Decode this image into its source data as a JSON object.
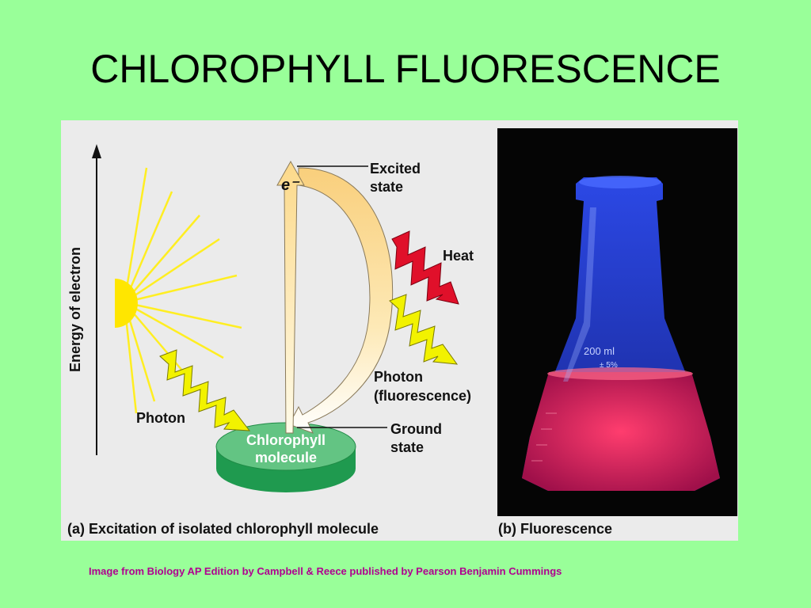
{
  "slide": {
    "title": "CHLOROPHYLL FLUORESCENCE",
    "credit": "Image from Biology AP Edition by Campbell & Reece published by Pearson Benjamin Cummings"
  },
  "diagram": {
    "y_axis_label": "Energy of electron",
    "electron_label": "e⁻",
    "excited_state": [
      "Excited",
      "state"
    ],
    "heat": "Heat",
    "photon_fluorescence": [
      "Photon",
      "(fluorescence)"
    ],
    "photon_in": "Photon",
    "ground_state": [
      "Ground",
      "state"
    ],
    "molecule": [
      "Chlorophyll",
      "molecule"
    ],
    "caption_a": "(a)  Excitation of isolated chlorophyll molecule",
    "caption_b": "(b)  Fluorescence",
    "flask_label": [
      "200 ml",
      "± 5%"
    ]
  },
  "colors": {
    "background": "#99ff99",
    "credit_text": "#b00090",
    "sun": "#ffe600",
    "heat_arrow": "#e0102a",
    "photon_arrow": "#f2f200",
    "molecule": "#5cbf7a",
    "fluorescence": "#ff2f6a"
  },
  "icons": [
    "sun-icon",
    "flask-image"
  ]
}
